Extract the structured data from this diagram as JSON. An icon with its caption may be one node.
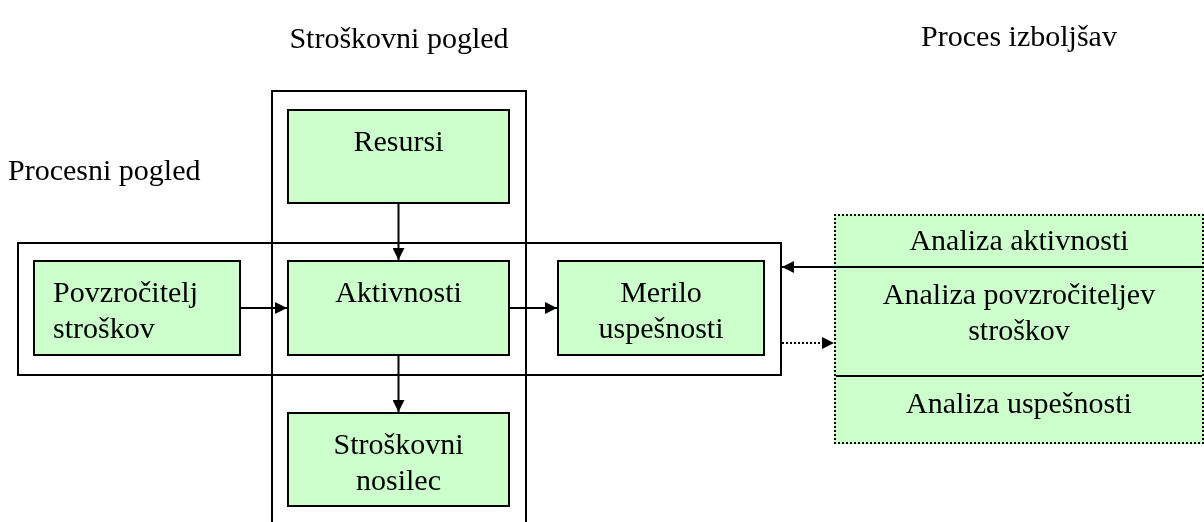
{
  "diagram": {
    "nodes": [
      {
        "text": [
          "Stroškovni pogled"
        ]
      },
      {
        "text": [
          "Procesni pogled"
        ]
      },
      {
        "text": [
          "Resursi"
        ],
        "in": 0
      },
      {
        "text": [
          "Povzročitelj stroškov"
        ],
        "in": 1
      },
      {
        "text": [
          "Aktivnosti"
        ]
      },
      {
        "text": [
          "Merilo uspešnosti"
        ],
        "in": 1
      },
      {
        "text": [
          "Stroškovni nosilec"
        ],
        "in": 0
      },
      {
        "text": [],
        "shape": "box"
      },
      {
        "text": [
          "Analiza aktivnosti"
        ],
        "in": 7
      },
      {
        "text": [
          "Analiza povzročiteljev stroškov"
        ],
        "in": 7
      },
      {
        "text": [
          "Analiza uspešnosti"
        ],
        "in": 7
      }
    ],
    "edges": [
      {
        "from": 2,
        "to": 4,
        "arrow": "to"
      },
      {
        "from": 3,
        "to": 4,
        "arrow": "to"
      },
      {
        "from": 4,
        "to": 5,
        "arrow": "to"
      },
      {
        "from": 4,
        "to": 6,
        "arrow": "to"
      },
      {
        "from": 7,
        "to": 1,
        "arrow": "to"
      },
      {
        "from": 1,
        "to": 7,
        "arrow": "to",
        "style": "dashed"
      }
    ],
    "labels": [
      "Proces izboljšav"
    ]
  }
}
